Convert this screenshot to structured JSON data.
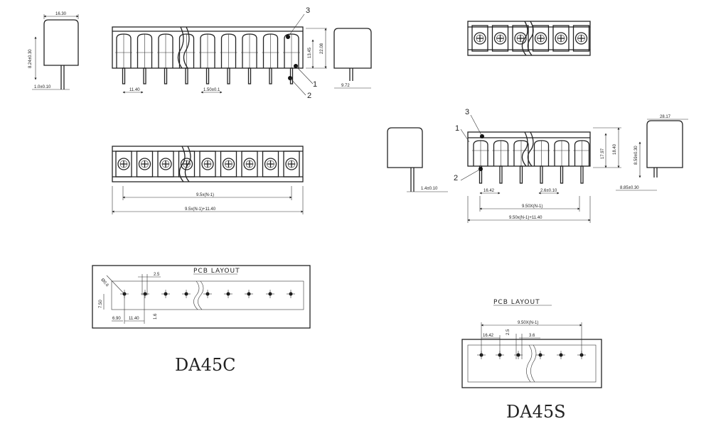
{
  "da45c": {
    "title": "DA45C",
    "pcb_label": "PCB LAYOUT",
    "callouts": [
      "3",
      "1",
      "2"
    ],
    "dims": {
      "side_width": "16.30",
      "side_height": "8.24±0.30",
      "pin_dia": "1.0±0.10",
      "body_height": "22.08",
      "inner_height": "13.45",
      "pitch_first": "11.40",
      "pin_width": "1.50±0.1",
      "end_depth": "9.72",
      "span_inner": "9.5x(N-1)",
      "span_total": "9.5x(N-1)+11.40",
      "pcb_hole": "Ø0.6",
      "pcb_spacing": "2.5",
      "pcb_row": "7.50",
      "pcb_edge": "6.90",
      "pcb_pitch": "11.40",
      "pcb_pad": "1.6"
    }
  },
  "da45s": {
    "title": "DA45S",
    "pcb_label": "PCB LAYOUT",
    "callouts": [
      "3",
      "1",
      "2"
    ],
    "dims": {
      "end_width": "28.17",
      "body_height": "18.40",
      "inner_height": "17.97",
      "pin_dia": "1.4±0.10",
      "pitch_first": "16.42",
      "pin_width": "2.6±0.10",
      "side_height": "8.59±0.30",
      "side_depth": "8.85±0.30",
      "span_inner": "9.50X(N-1)",
      "span_total": "9.50x(N-1)+11.40",
      "pcb_span": "9.50X(N-1)",
      "pcb_first": "16.42",
      "pcb_spacing": "2.5",
      "pcb_pad": "3.6"
    }
  }
}
